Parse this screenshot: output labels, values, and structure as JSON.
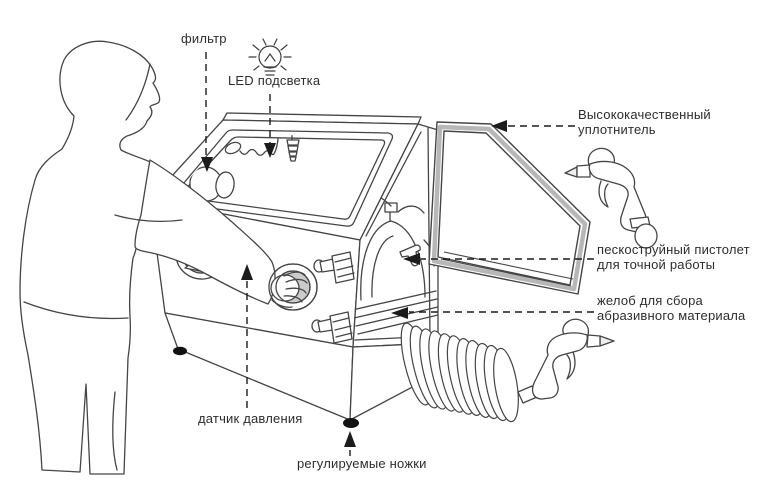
{
  "diagram": {
    "type": "technical-illustration",
    "subject": "sandblasting-cabinet-with-operator",
    "background_color": "#ffffff",
    "line_color": "#454545",
    "shade_color": "#cbcbcb",
    "seal_color": "#b7b7b7",
    "arrow_color": "#1c1c1c",
    "icons": {
      "led_bulb": "light-bulb-with-rays"
    },
    "labels": {
      "filter": {
        "text": "фильтр"
      },
      "led": {
        "text": "LED подсветка"
      },
      "seal": {
        "text": "Высококачественный\nуплотнитель"
      },
      "precision_gun": {
        "text": "пескоструйный пистолет\nдля точной работы"
      },
      "trough": {
        "text": "желоб для сбора\nабразивного материала"
      },
      "pressure_sensor": {
        "text": "датчик давления"
      },
      "feet": {
        "text": "регулируемые ножки"
      }
    }
  }
}
